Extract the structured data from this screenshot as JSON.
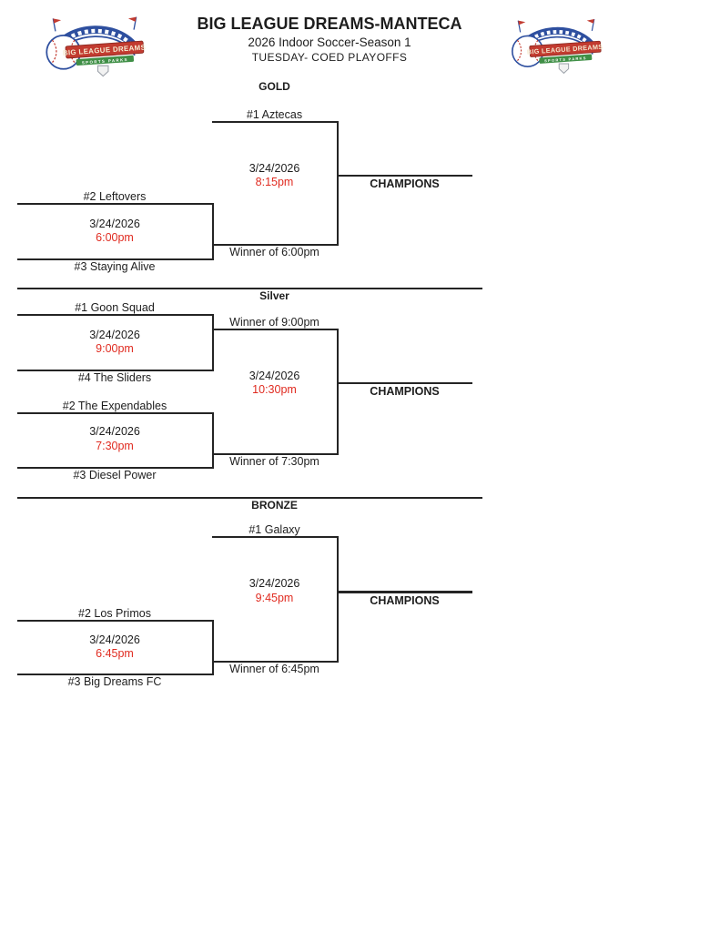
{
  "header": {
    "title": "BIG LEAGUE DREAMS-MANTECA",
    "subtitle": "2026 Indoor Soccer-Season 1",
    "event": "TUESDAY- COED PLAYOFFS"
  },
  "logo": {
    "banner": "BIG LEAGUE DREAMS",
    "sub": "SPORTS PARKS"
  },
  "colors": {
    "time": "#e02b20",
    "line": "#242424",
    "logo_blue": "#2e4f9f",
    "logo_red": "#c23b30",
    "logo_green": "#3f8f46",
    "logo_cream": "#f6ecd2"
  },
  "brackets": [
    {
      "division": "GOLD",
      "final": {
        "top_team": "#1 Aztecas",
        "date": "3/24/2026",
        "time": "8:15pm",
        "advancer": "Winner of 6:00pm",
        "result_label": "CHAMPIONS"
      },
      "playin": {
        "top_team": "#2 Leftovers",
        "date": "3/24/2026",
        "time": "6:00pm",
        "bottom_team": "#3 Staying Alive"
      }
    },
    {
      "division": "Silver",
      "semi_top": {
        "top_team": "#1 Goon Squad",
        "date": "3/24/2026",
        "time": "9:00pm",
        "bottom_team": "#4 The Sliders",
        "advancer": "Winner of 9:00pm"
      },
      "semi_bottom": {
        "top_team": "#2 The Expendables",
        "date": "3/24/2026",
        "time": "7:30pm",
        "bottom_team": "#3 Diesel Power",
        "advancer": "Winner of 7:30pm"
      },
      "final": {
        "date": "3/24/2026",
        "time": "10:30pm",
        "result_label": "CHAMPIONS"
      }
    },
    {
      "division": "BRONZE",
      "final": {
        "top_team": "#1 Galaxy",
        "date": "3/24/2026",
        "time": "9:45pm",
        "advancer": "Winner of 6:45pm",
        "result_label": "CHAMPIONS"
      },
      "playin": {
        "top_team": "#2 Los Primos",
        "date": "3/24/2026",
        "time": "6:45pm",
        "bottom_team": "#3 Big Dreams FC"
      }
    }
  ]
}
